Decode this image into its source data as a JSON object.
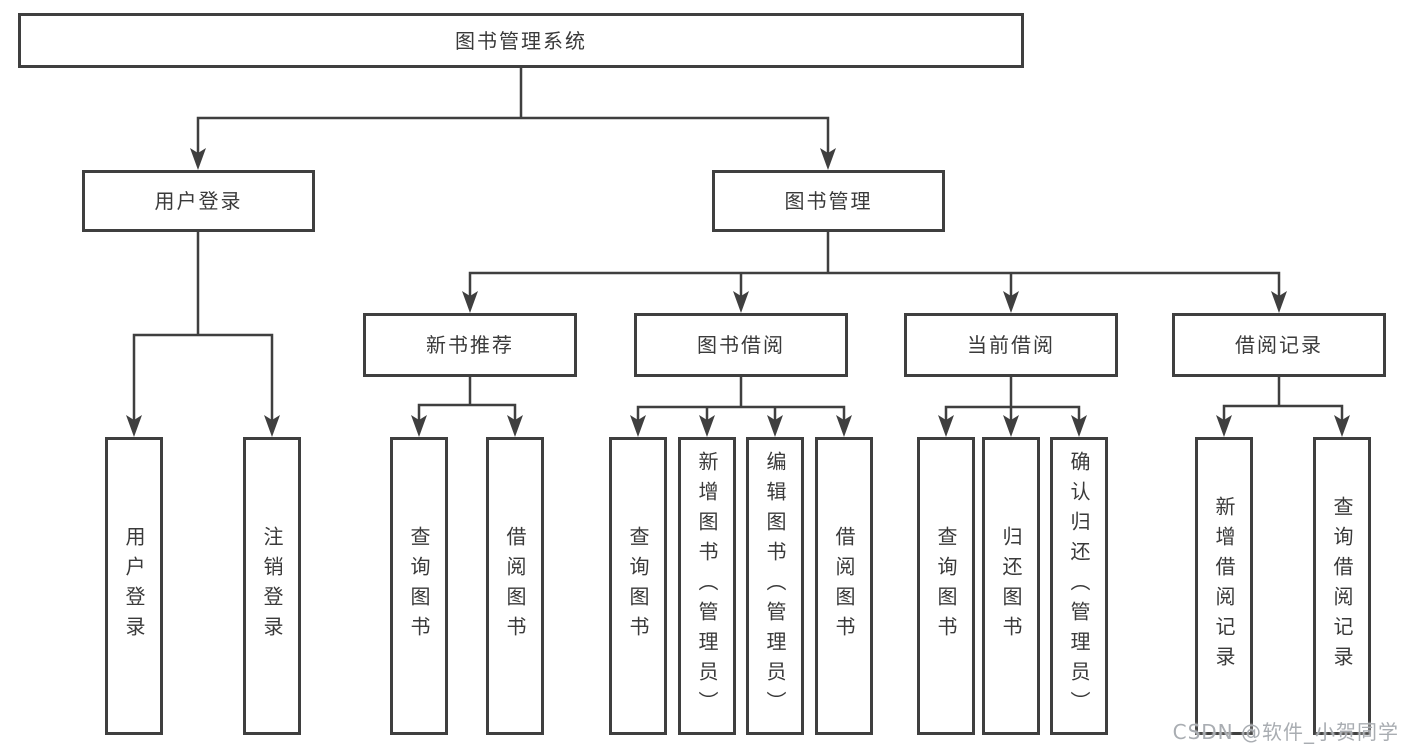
{
  "colors": {
    "line": "#3f3f3f",
    "box_border": "#3f3f3f",
    "box_fill": "#ffffff",
    "text": "#3a3a3a",
    "watermark": "#a9adb2"
  },
  "tree": {
    "label": "图书管理系统",
    "children": [
      {
        "label": "用户登录",
        "children": [
          {
            "label": "用户登录"
          },
          {
            "label": "注销登录"
          }
        ]
      },
      {
        "label": "图书管理",
        "children": [
          {
            "label": "新书推荐",
            "children": [
              {
                "label": "查询图书"
              },
              {
                "label": "借阅图书"
              }
            ]
          },
          {
            "label": "图书借阅",
            "children": [
              {
                "label": "查询图书"
              },
              {
                "label": "新增图书（管理员）"
              },
              {
                "label": "编辑图书（管理员）"
              },
              {
                "label": "借阅图书"
              }
            ]
          },
          {
            "label": "当前借阅",
            "children": [
              {
                "label": "查询图书"
              },
              {
                "label": "归还图书"
              },
              {
                "label": "确认归还（管理员）"
              }
            ]
          },
          {
            "label": "借阅记录",
            "children": [
              {
                "label": "新增借阅记录"
              },
              {
                "label": "查询借阅记录"
              }
            ]
          }
        ]
      }
    ]
  },
  "watermark": {
    "text": "CSDN @软件_小贺同学"
  }
}
